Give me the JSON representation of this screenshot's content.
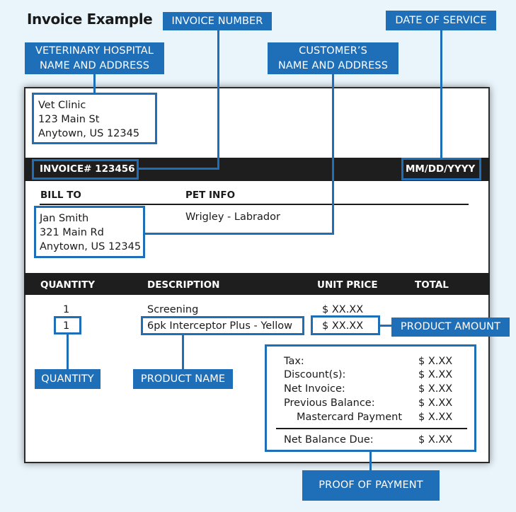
{
  "title": "Invoice Example",
  "callouts": {
    "invoice_number": "INVOICE NUMBER",
    "date_of_service": "DATE OF SERVICE",
    "vet_hospital_line1": "VETERINARY HOSPITAL",
    "vet_hospital_line2": "NAME AND ADDRESS",
    "customer_line1": "CUSTOMER’S",
    "customer_line2": "NAME AND ADDRESS",
    "product_amount": "PRODUCT AMOUNT",
    "quantity": "QUANTITY",
    "product_name": "PRODUCT NAME",
    "proof_of_payment": "PROOF OF PAYMENT"
  },
  "clinic": {
    "name": "Vet Clinic",
    "street": "123 Main St",
    "city": "Anytown, US 12345"
  },
  "invoice_bar": {
    "invoice_no": "INVOICE# 123456",
    "date": "MM/DD/YYYY"
  },
  "bill_to": {
    "heading": "BILL TO",
    "name": "Jan Smith",
    "street": "321 Main Rd",
    "city": "Anytown, US 12345"
  },
  "pet_info": {
    "heading": "PET INFO",
    "value": "Wrigley - Labrador"
  },
  "table": {
    "headers": {
      "quantity": "QUANTITY",
      "description": "DESCRIPTION",
      "unit_price": "UNIT PRICE",
      "total": "TOTAL"
    },
    "rows": [
      {
        "qty": "1",
        "description": "Screening",
        "price": "$ XX.XX"
      },
      {
        "qty": "1",
        "description": "6pk Interceptor Plus - Yellow",
        "price": "$ XX.XX"
      }
    ]
  },
  "summary": [
    {
      "label": "Tax:",
      "value": "$ X.XX"
    },
    {
      "label": "Discount(s):",
      "value": "$ X.XX"
    },
    {
      "label": "Net Invoice:",
      "value": "$ X.XX"
    },
    {
      "label": "Previous Balance:",
      "value": "$ X.XX"
    },
    {
      "label": "Mastercard Payment",
      "value": "$ X.XX"
    }
  ],
  "net_balance": {
    "label": "Net Balance Due:",
    "value": "$ X.XX"
  }
}
